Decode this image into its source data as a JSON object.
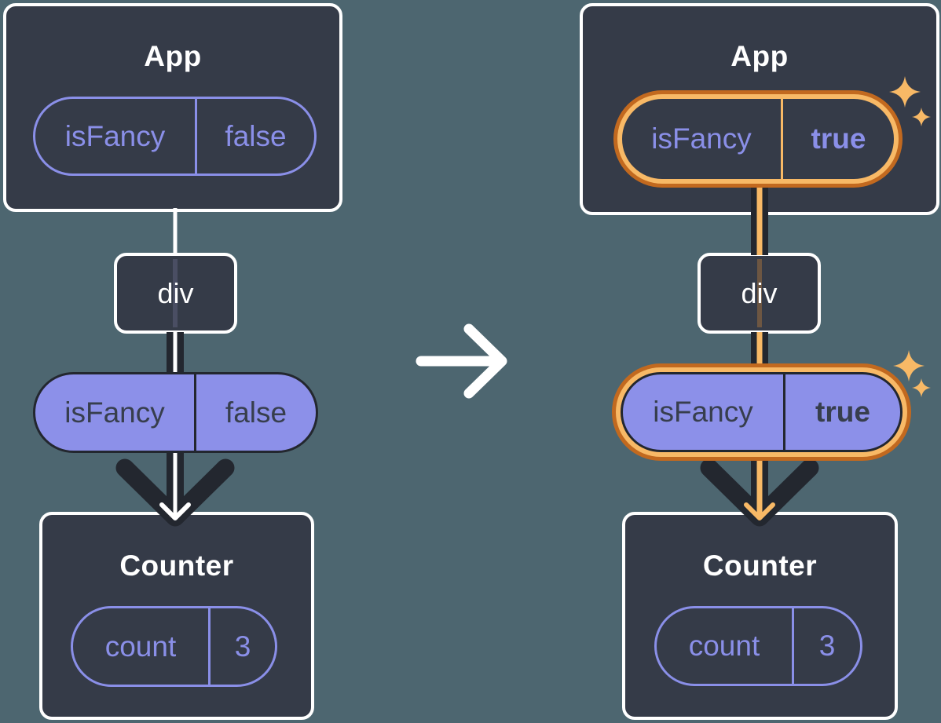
{
  "palette": {
    "bg": "#4d6670",
    "box": "#353b48",
    "box-border": "#ffffff",
    "ink": "#23272f",
    "purple": "#8a8fe8",
    "purple-fill": "#8c90e9",
    "dark-text": "#373e4d",
    "orange-dark": "#c2691f",
    "orange-light": "#f8b966",
    "muted-purple": "#4a4e63",
    "muted-orange": "#6d5642"
  },
  "before": {
    "app": {
      "title": "App",
      "prop_name": "isFancy",
      "prop_value": "false"
    },
    "div_label": "div",
    "passed_prop": {
      "prop_name": "isFancy",
      "prop_value": "false"
    },
    "counter": {
      "title": "Counter",
      "state_name": "count",
      "state_value": "3"
    }
  },
  "after": {
    "app": {
      "title": "App",
      "prop_name": "isFancy",
      "prop_value": "true"
    },
    "div_label": "div",
    "passed_prop": {
      "prop_name": "isFancy",
      "prop_value": "true"
    },
    "counter": {
      "title": "Counter",
      "state_name": "count",
      "state_value": "3"
    }
  }
}
